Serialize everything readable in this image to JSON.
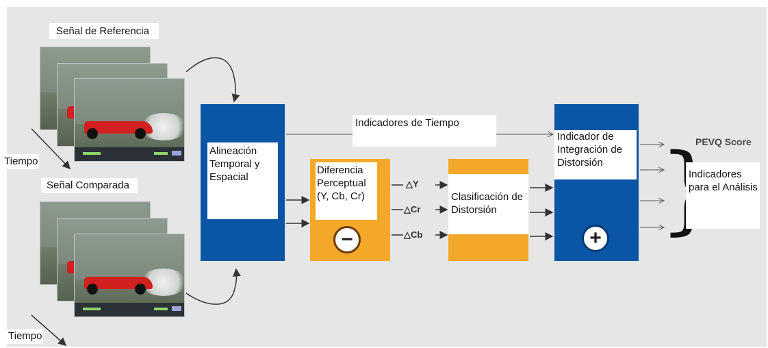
{
  "labels": {
    "reference_signal": "Señal de Referencia",
    "compared_signal": "Señal Comparada",
    "time_top": "Tiempo",
    "time_bottom": "Tiempo",
    "alignment": "Alineación Temporal y Espacial",
    "perceptual_difference": "Diferencia Perceptual (Y, Cb, Cr)",
    "distortion_classification": "Clasificación de Distorsión",
    "time_indicators": "Indicadores de Tiempo",
    "integration": "Indicador de Integración de Distorsión",
    "pevq_score": "PEVQ Score",
    "analysis_indicators": "Indicadores para el Análisis",
    "delta_y": "△Y",
    "delta_cr": "△Cr",
    "delta_cb": "△Cb",
    "minus": "−",
    "plus": "+"
  },
  "colors": {
    "blue": "#0b55a6",
    "orange": "#f4a82a",
    "background": "#e6e6e6"
  }
}
